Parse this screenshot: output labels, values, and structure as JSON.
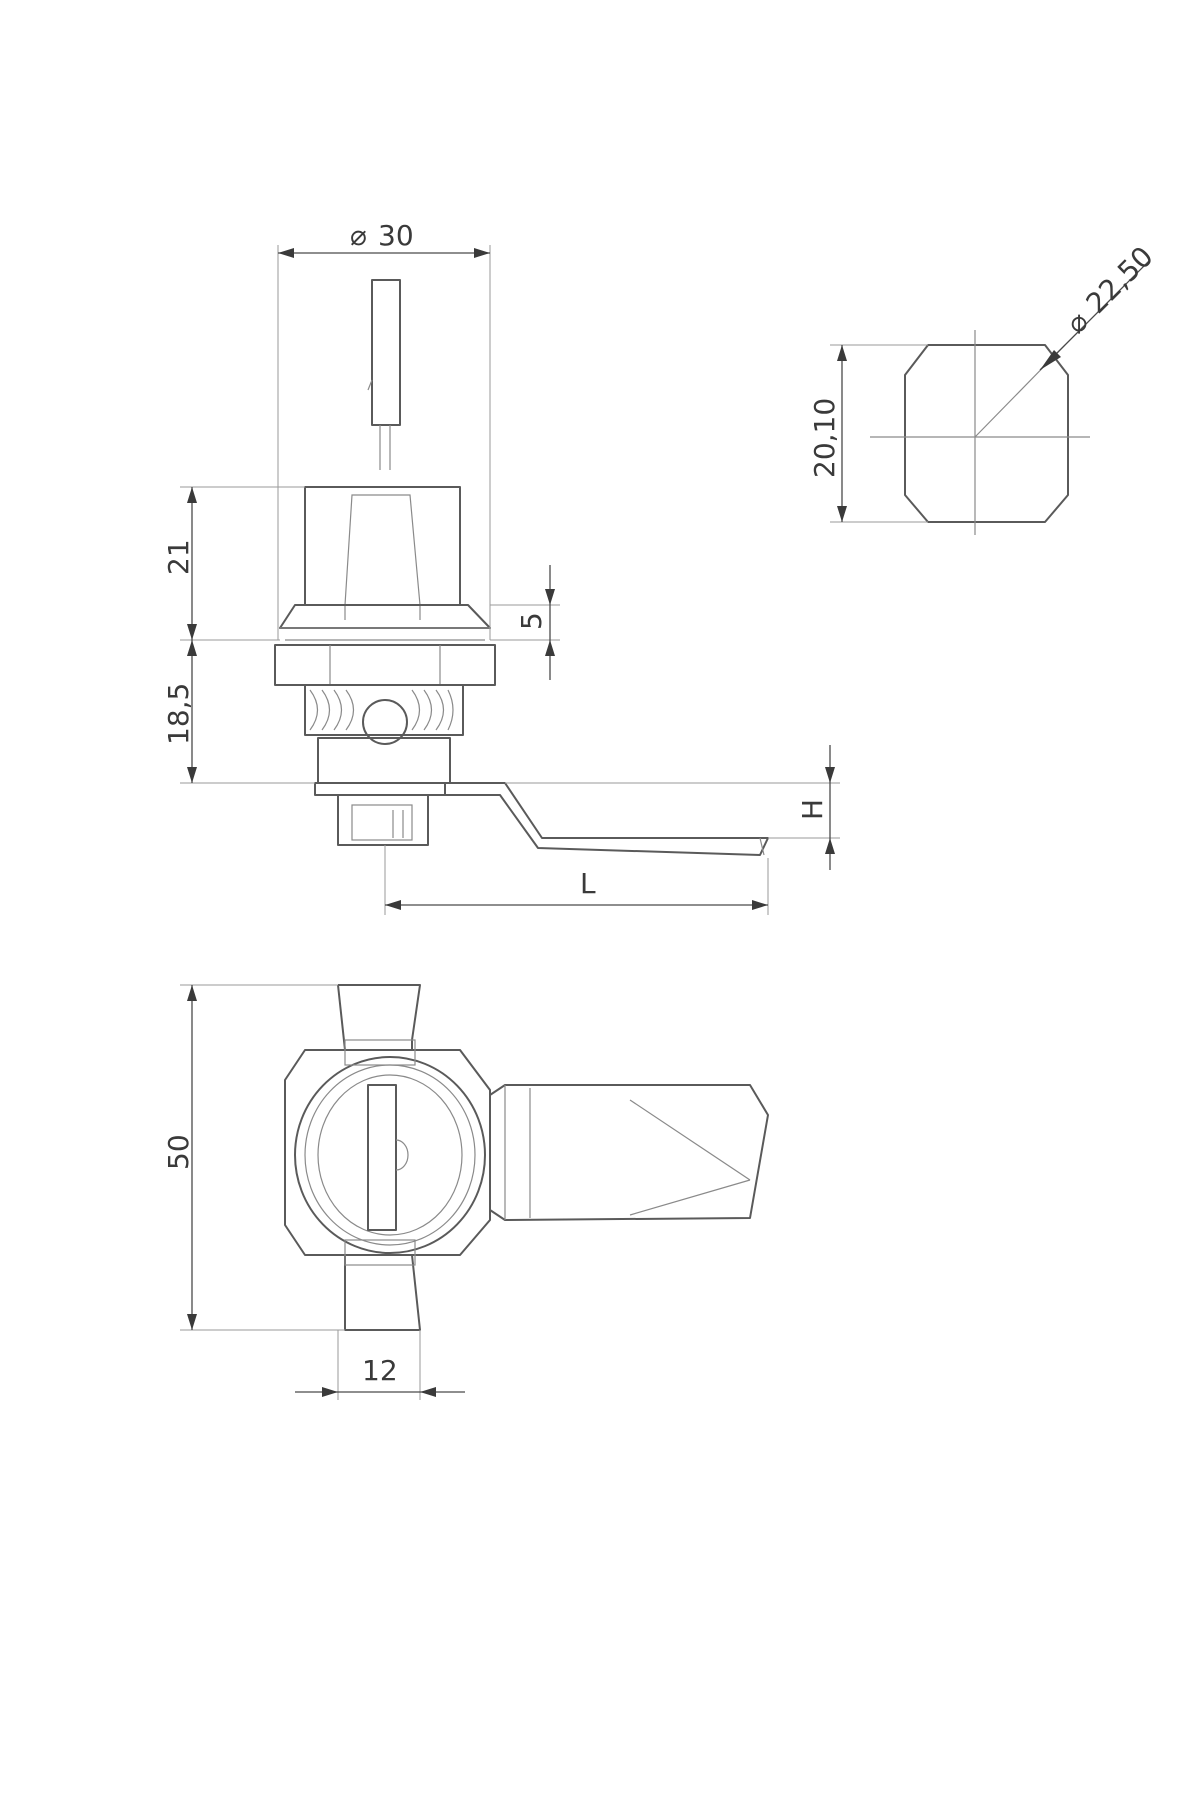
{
  "dimensions": {
    "diameter_30": "30",
    "diameter_symbol": "⌀",
    "height_21": "21",
    "flange_5": "5",
    "thread_18_5": "18,5",
    "lever_H": "H",
    "lever_L": "L",
    "diameter_22_50": "22,50",
    "cutout_20_10": "20,10",
    "width_50": "50",
    "width_12": "12"
  },
  "colors": {
    "line": "#5a5a5a",
    "dimension": "#4a4a4a",
    "background": "#ffffff"
  }
}
